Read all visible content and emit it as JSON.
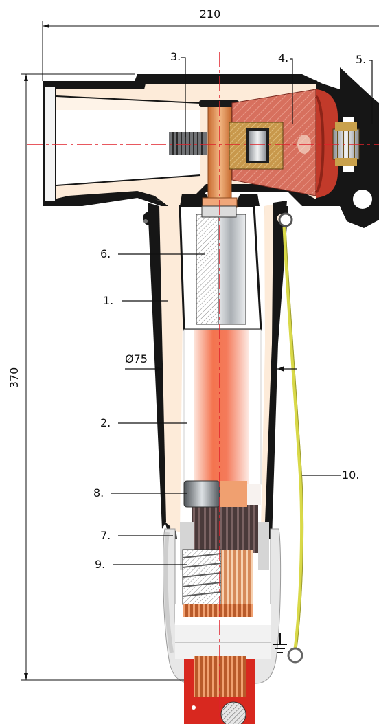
{
  "dimensions": {
    "width_label": "210",
    "height_label": "370",
    "diameter_label": "Ø75"
  },
  "labels": [
    "1.",
    "2.",
    "3.",
    "4.",
    "5.",
    "6.",
    "7.",
    "8.",
    "9.",
    "10."
  ],
  "colors": {
    "outer_shell": "#141414",
    "insulation": "#fdebd9",
    "conductor": "#f26a4f",
    "copper_pin": "#e39a62",
    "red_plug": "#c73b2b",
    "brass_nut": "#c89a4f",
    "steel_bolt": "#6e7479",
    "earth_wire": "#d9d948",
    "centerline": "#e0202a",
    "dimension_line": "#111111",
    "cable_sheath": "#d8281f"
  },
  "symbols": {
    "ground": "ground-symbol"
  }
}
